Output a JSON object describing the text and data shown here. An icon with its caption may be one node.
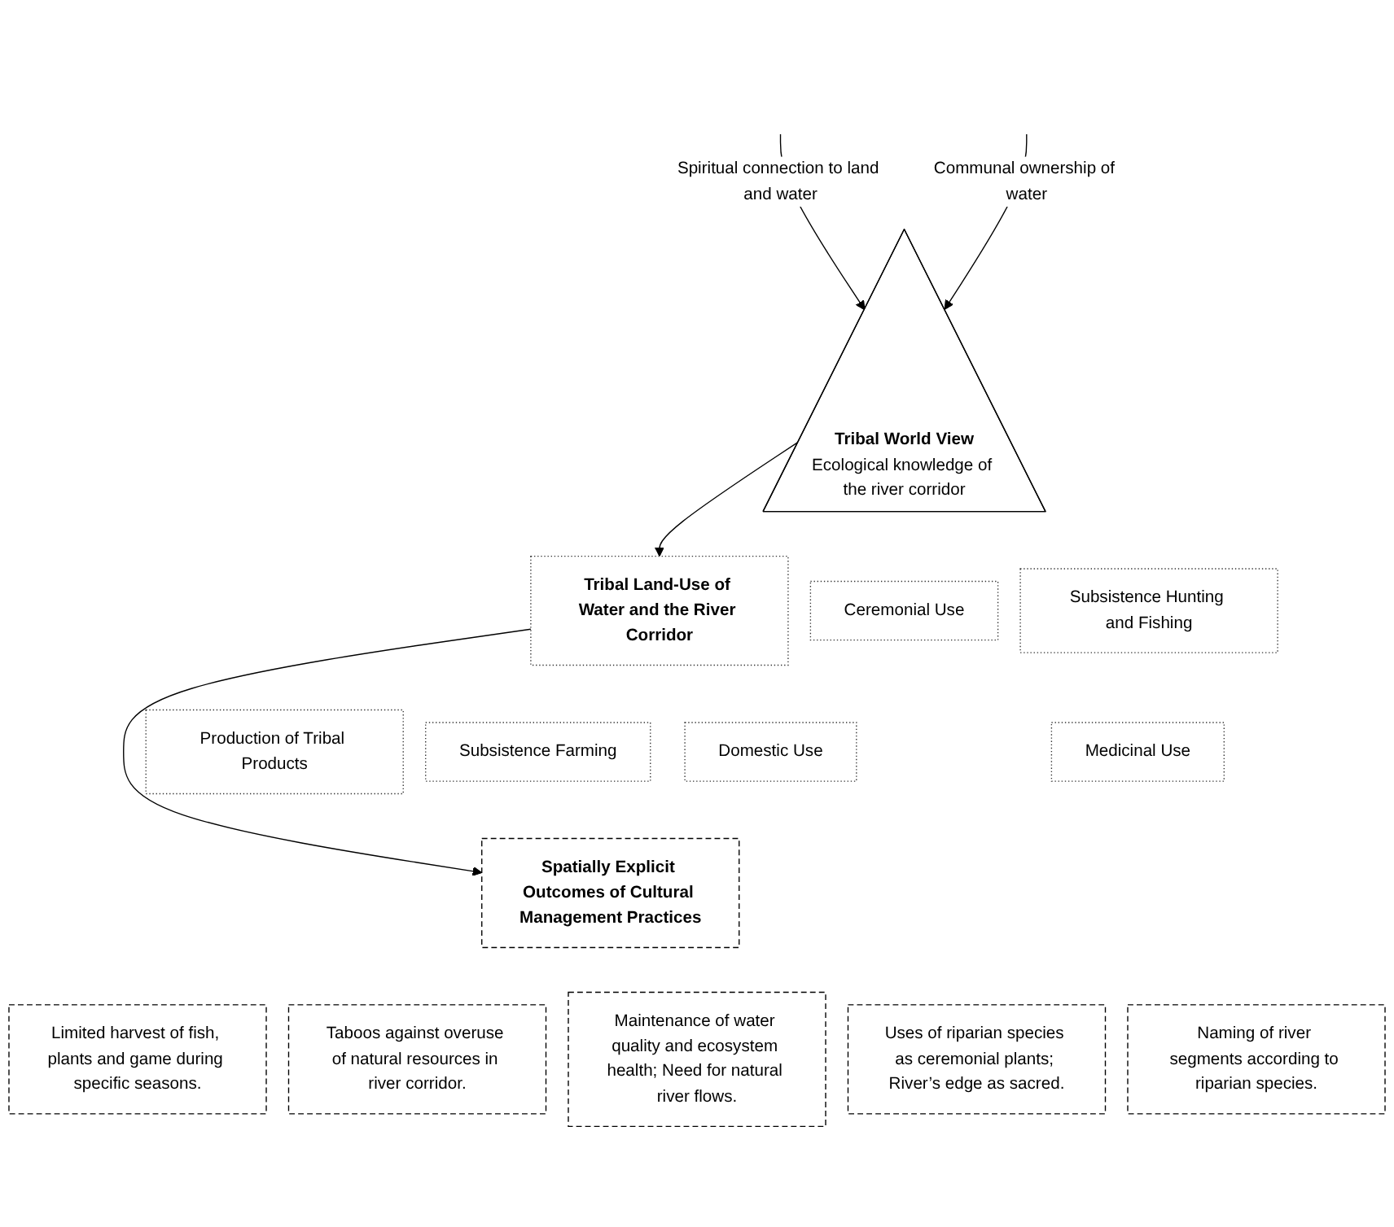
{
  "diagram": {
    "nodes": [
      {
        "text": [
          "Tribal World View",
          "Ecological knowledge of the river corridor"
        ]
      },
      {
        "text": [
          "Ceremonial Use"
        ]
      },
      {
        "text": [
          "Tribal Land-Use of Water and the River Corridor"
        ]
      },
      {
        "text": [
          "Subsistence Hunting and Fishing"
        ]
      },
      {
        "text": [
          "Domestic Use"
        ]
      },
      {
        "text": [
          "Production of Tribal Products"
        ]
      },
      {
        "text": [
          "Subsistence Farming"
        ]
      },
      {
        "text": [
          "Medicinal Use"
        ]
      },
      {
        "text": [
          "Spatially Explicit Outcomes of Cultural Management Practices"
        ]
      },
      {
        "text": [
          "Limited harvest of fish, plants and game during specific seasons."
        ]
      },
      {
        "text": [
          "Taboos against overuse of natural resources in river corridor."
        ]
      },
      {
        "text": [
          "Maintenance of water quality and ecosystem health; Need for natural river flows."
        ]
      },
      {
        "text": [
          "Uses of riparian species as ceremonial plants; River’s edge as sacred."
        ]
      },
      {
        "text": [
          "Naming of river segments according to riparian species."
        ]
      }
    ],
    "edges": [
      {
        "from": null,
        "to": 0,
        "arrow": "to",
        "label": "Spiritual connection to land and water"
      },
      {
        "from": null,
        "to": 0,
        "arrow": "to",
        "label": "Communal ownership of water"
      },
      {
        "from": 0,
        "to": 2,
        "arrow": "to"
      },
      {
        "from": 2,
        "to": 8,
        "arrow": "to"
      }
    ]
  }
}
